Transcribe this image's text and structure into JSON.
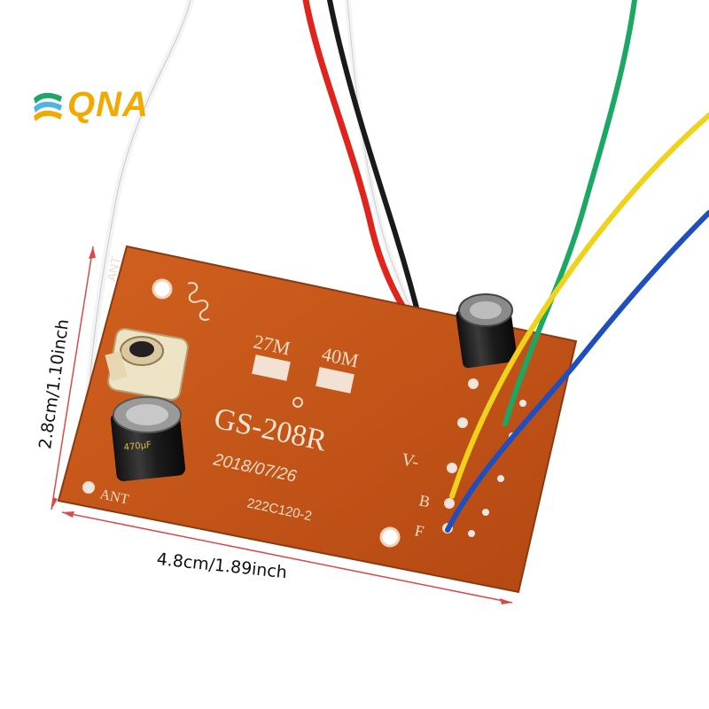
{
  "logo": {
    "text": "QNA",
    "color": "#f2a900"
  },
  "board": {
    "model": "GS-208R",
    "date": "2018/07/26",
    "code": "222C120-2",
    "freq_1": "27M",
    "freq_2": "40M",
    "label_ant_top": "ANT",
    "label_ant_bottom": "ANT",
    "label_v_minus": "V-",
    "label_b": "B",
    "label_f": "F",
    "color": "#c4521b"
  },
  "dimensions": {
    "width_label": "4.8cm/1.89inch",
    "height_label": "2.8cm/1.10inch",
    "arrow_color": "#d94a4a"
  },
  "wire_colors": {
    "white": "#f4f4f4",
    "red": "#e0241c",
    "black": "#1a1a1a",
    "green": "#1aa864",
    "yellow": "#f0d21a",
    "blue": "#1f4fbf"
  }
}
